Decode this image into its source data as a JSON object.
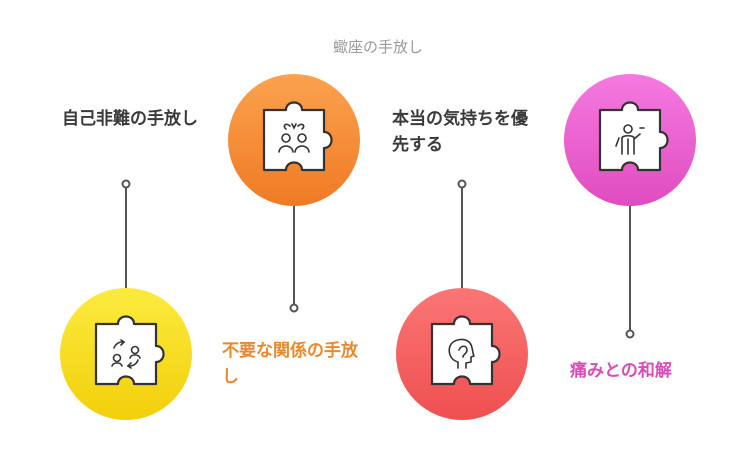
{
  "title": "蠍座の手放し",
  "steps": [
    {
      "label": "自己非難の手放し",
      "color": "#f2d712",
      "icon": "cycle-arrows-icon"
    },
    {
      "label": "不要な関係の手放し",
      "color": "#f28b3a",
      "icon": "people-icon"
    },
    {
      "label": "本当の気持ちを優先する",
      "color": "#f25c5c",
      "icon": "head-icon"
    },
    {
      "label": "痛みとの和解",
      "color": "#e858c8",
      "icon": "person-reflection-icon"
    }
  ],
  "colors": {
    "label_dark": "#3a3a3a",
    "label_orange": "#e8892e",
    "label_pink": "#d94cb8",
    "connector": "#555555"
  }
}
